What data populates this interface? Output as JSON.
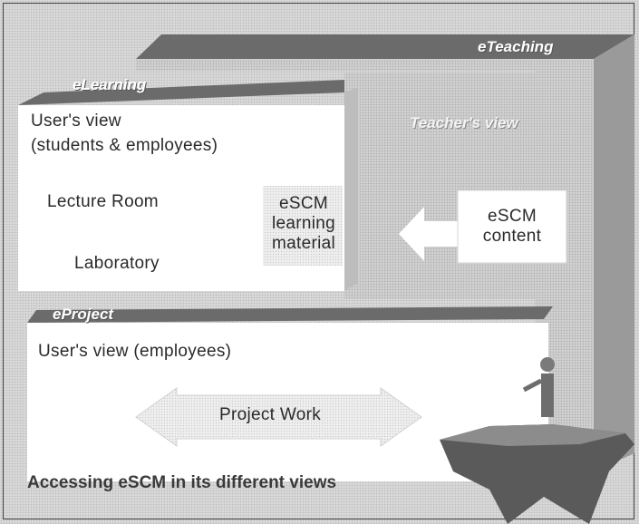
{
  "diagram": {
    "eteaching": {
      "tag": "eTeaching",
      "view_label": "Teacher's view"
    },
    "elearning": {
      "tag": "eLearning",
      "view_line1": "User's view",
      "view_line2": "(students & employees)",
      "lecture_room": "Lecture Room",
      "laboratory": "Laboratory",
      "material_line1": "eSCM",
      "material_line2": "learning",
      "material_line3": "material"
    },
    "content": {
      "line1": "eSCM",
      "line2": "content"
    },
    "eproject": {
      "tag": "eProject",
      "view_label": "User's view (employees)",
      "project_work": "Project Work"
    },
    "caption": "Accessing eSCM in its different views"
  },
  "colors": {
    "bar": "#6b6b6b",
    "panel": "#ffffff",
    "shade": "#c4c4c4",
    "text": "#2a2a2a"
  }
}
